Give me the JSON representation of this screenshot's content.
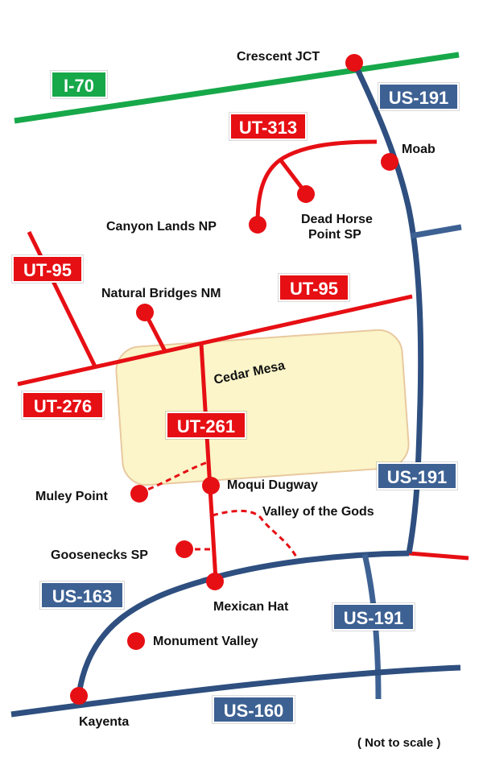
{
  "colors": {
    "interstate": "#17a84a",
    "state_route": "#e60f14",
    "us_route": "#2e4f7f",
    "shield_blue": "#3d6193",
    "city_dot": "#e60f14",
    "mesa_fill": "#fbf5c9",
    "mesa_border": "#e9c9a0"
  },
  "shields": {
    "i70": "I-70",
    "us191_top": "US-191",
    "ut313": "UT-313",
    "ut95_left": "UT-95",
    "ut95_right": "UT-95",
    "ut276": "UT-276",
    "ut261": "UT-261",
    "us191_mid": "US-191",
    "us163": "US-163",
    "us191_low": "US-191",
    "us160": "US-160"
  },
  "places": {
    "crescent_jct": "Crescent JCT",
    "moab": "Moab",
    "canyonlands": "Canyon Lands NP",
    "dead_horse_1": "Dead Horse",
    "dead_horse_2": "Point SP",
    "natural_bridges": "Natural Bridges NM",
    "cedar_mesa": "Cedar Mesa",
    "muley_point": "Muley Point",
    "moqui_dugway": "Moqui Dugway",
    "valley_of_gods": "Valley of the Gods",
    "goosenecks": "Goosenecks SP",
    "mexican_hat": "Mexican Hat",
    "monument_valley": "Monument Valley",
    "kayenta": "Kayenta"
  },
  "note": "( Not to scale )"
}
